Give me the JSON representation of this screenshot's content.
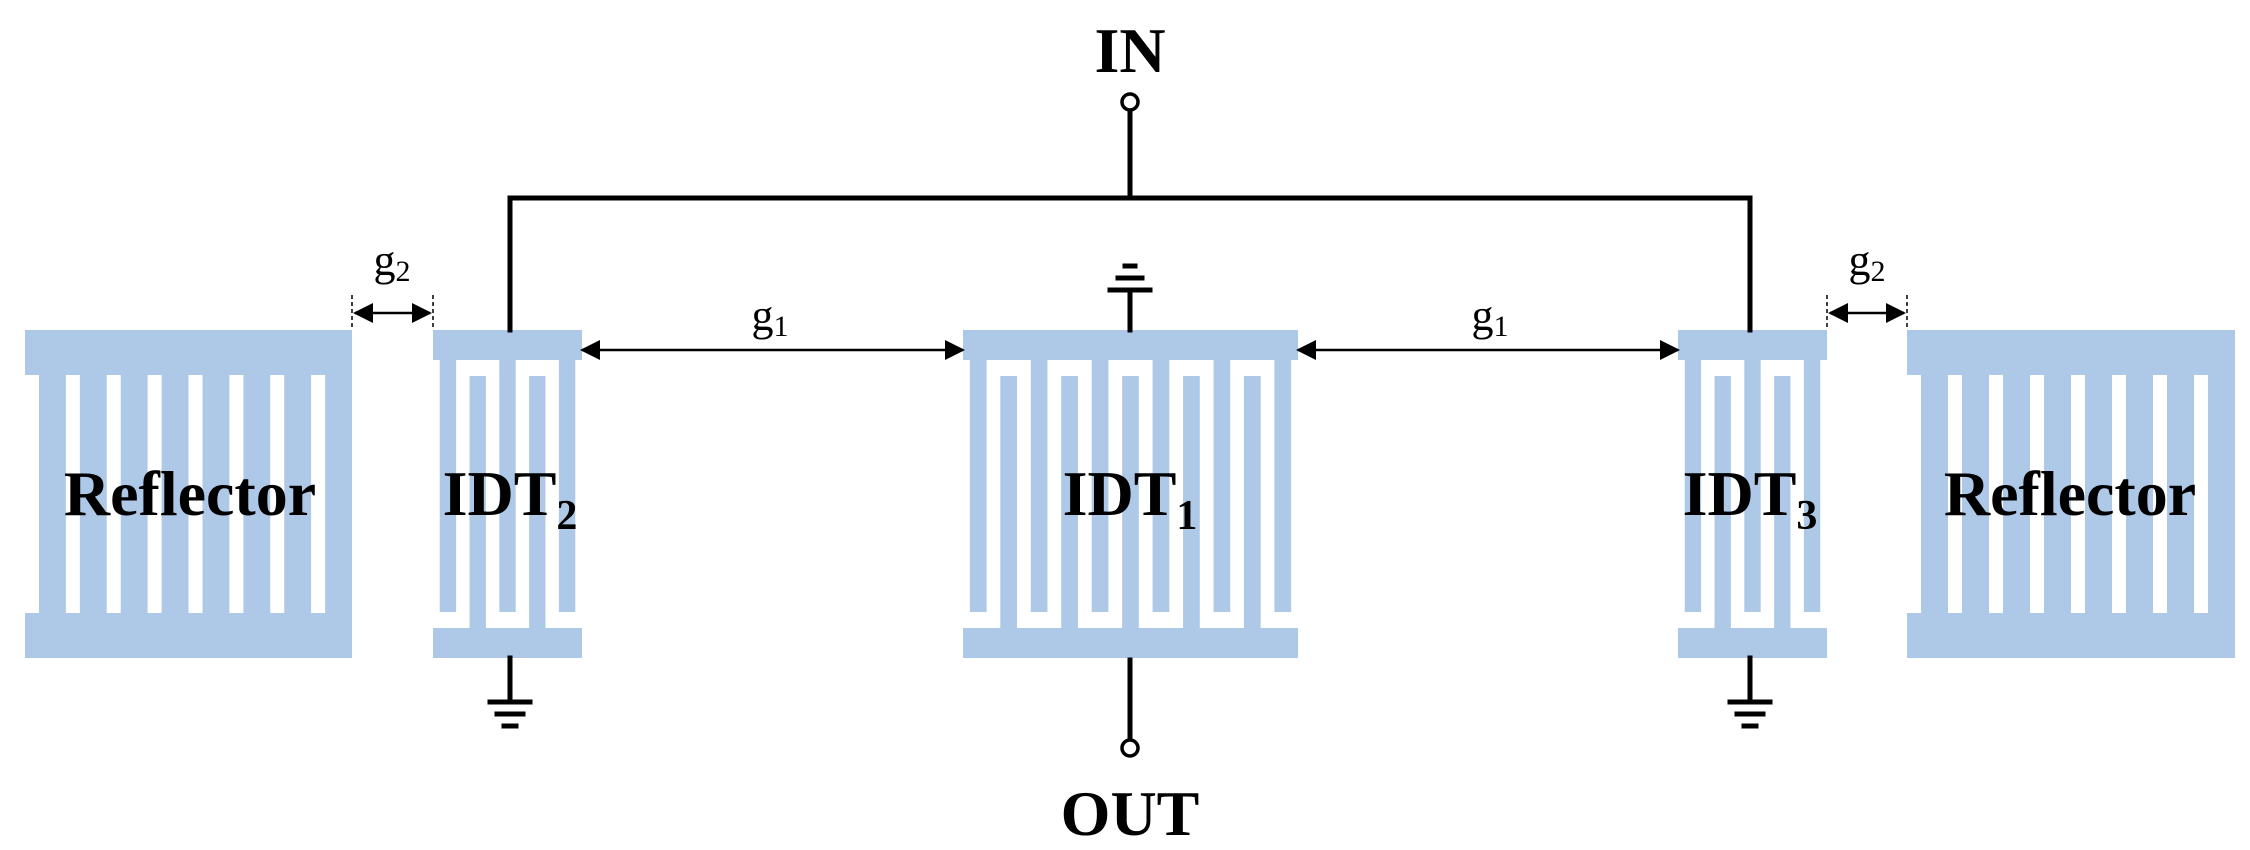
{
  "colors": {
    "electrode": "#aec9e8",
    "wire": "#000000",
    "background": "#ffffff"
  },
  "labels": {
    "in": "IN",
    "out": "OUT",
    "reflector_left": "Reflector",
    "reflector_right": "Reflector",
    "idt1": {
      "base": "IDT",
      "sub": "1"
    },
    "idt2": {
      "base": "IDT",
      "sub": "2"
    },
    "idt3": {
      "base": "IDT",
      "sub": "3"
    },
    "gap_g1": {
      "base": "g",
      "sub": "1"
    },
    "gap_g2": {
      "base": "g",
      "sub": "2"
    }
  },
  "icons": [
    "terminal-circle-icon",
    "ground-symbol-icon",
    "double-arrow-icon"
  ]
}
